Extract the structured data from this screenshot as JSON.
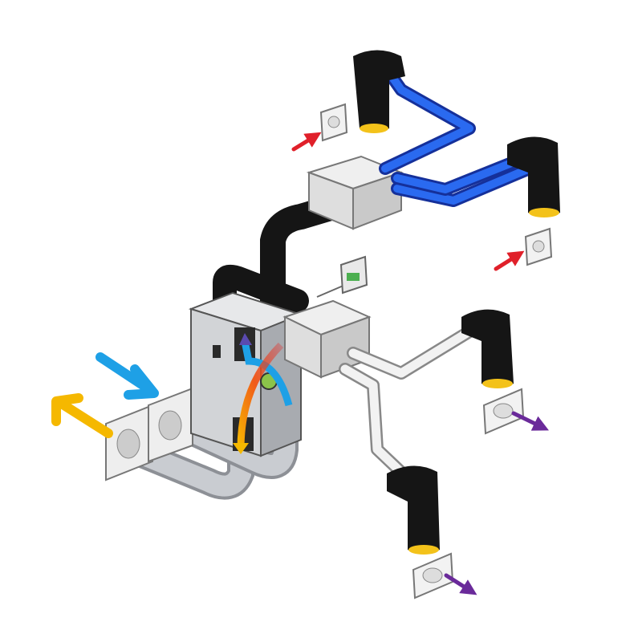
{
  "diagram": {
    "subject": "",
    "colors": {
      "supply_duct": "#1f4fd0",
      "extract_duct": "#e6e6e6",
      "outdoor_duct": "#b9bcc2",
      "insulated_duct": "#151515",
      "terminal_ring": "#f3c21a",
      "supply_arrow": "#e0202a",
      "extract_arrow": "#6a2a9a",
      "fresh_air_arrow": "#1ea0e6",
      "exhaust_air_arrow": "#f5b800",
      "unit_body": "#cfd1d4"
    },
    "icons": [
      "heat-recovery-unit",
      "control-panel",
      "air-valve",
      "wall-grille",
      "airflow-arrow"
    ]
  }
}
